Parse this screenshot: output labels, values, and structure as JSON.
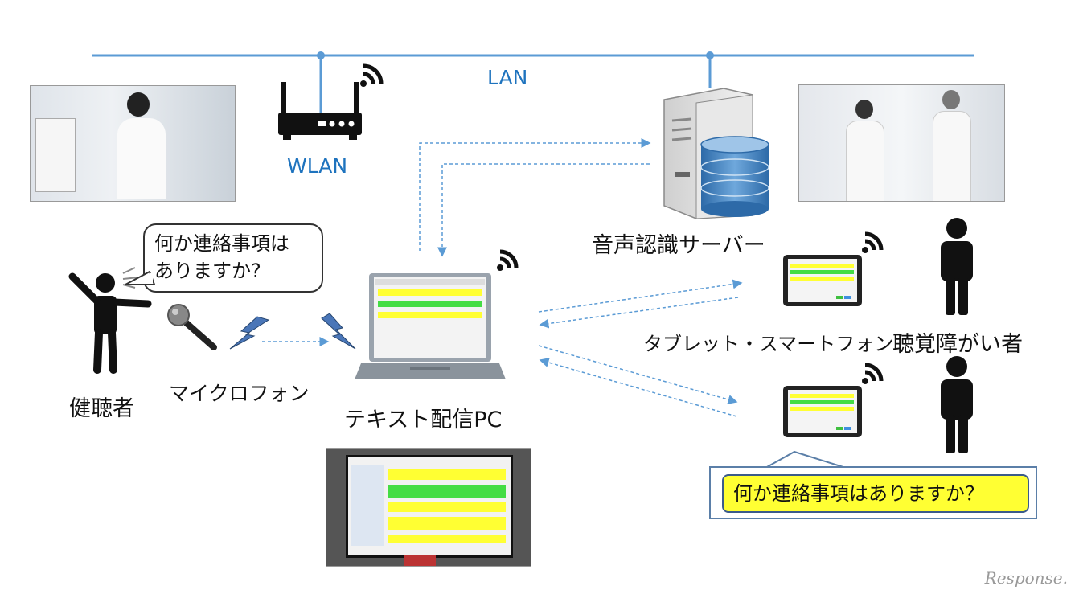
{
  "labels": {
    "lan": "LAN",
    "wlan": "WLAN",
    "speaker": "健聴者",
    "microphone": "マイクロフォン",
    "text_pc": "テキスト配信PC",
    "speech_server": "音声認識サーバー",
    "tablet": "タブレット・スマートフォン",
    "hearing_impaired": "聴覚障がい者"
  },
  "speech_bubble": {
    "line1": "何か連絡事項は",
    "line2": "ありますか?"
  },
  "tablet_callout": "何か連絡事項はありますか？",
  "watermark": "Response.",
  "colors": {
    "network_line": "#5b9bd5",
    "label_blue": "#1e73be",
    "highlight_yellow": "#ffff33",
    "highlight_green": "#44dd44"
  }
}
